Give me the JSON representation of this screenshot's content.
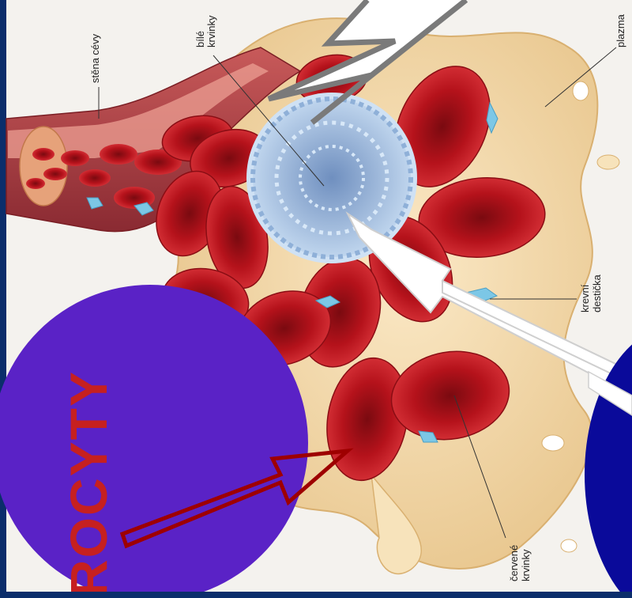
{
  "labels": {
    "vessel_wall": "stěna cévy",
    "white_cells": [
      "bílé",
      "krvinky"
    ],
    "plasma": "plazma",
    "platelet": [
      "krevní",
      "destička"
    ],
    "red_cells": [
      "červené",
      "krvinky"
    ]
  },
  "overlay_title": "ROCYTY",
  "colors": {
    "background_frame": "#0b2e6b",
    "purple_circle": "#5a22c6",
    "blue_circle": "#0a0a9a",
    "red_cell": "#c0141d",
    "plasma": "#f3dcb0",
    "white_cell": "#a9c7e8",
    "platelet": "#7cc7e6",
    "title_red": "#c62020",
    "arrow_outline_red": "#9e0000",
    "arrow_gray": "#7a7a7a"
  },
  "icons": [
    "gray-arrow",
    "white-arrow",
    "red-outline-arrow",
    "right-white-arrow"
  ]
}
